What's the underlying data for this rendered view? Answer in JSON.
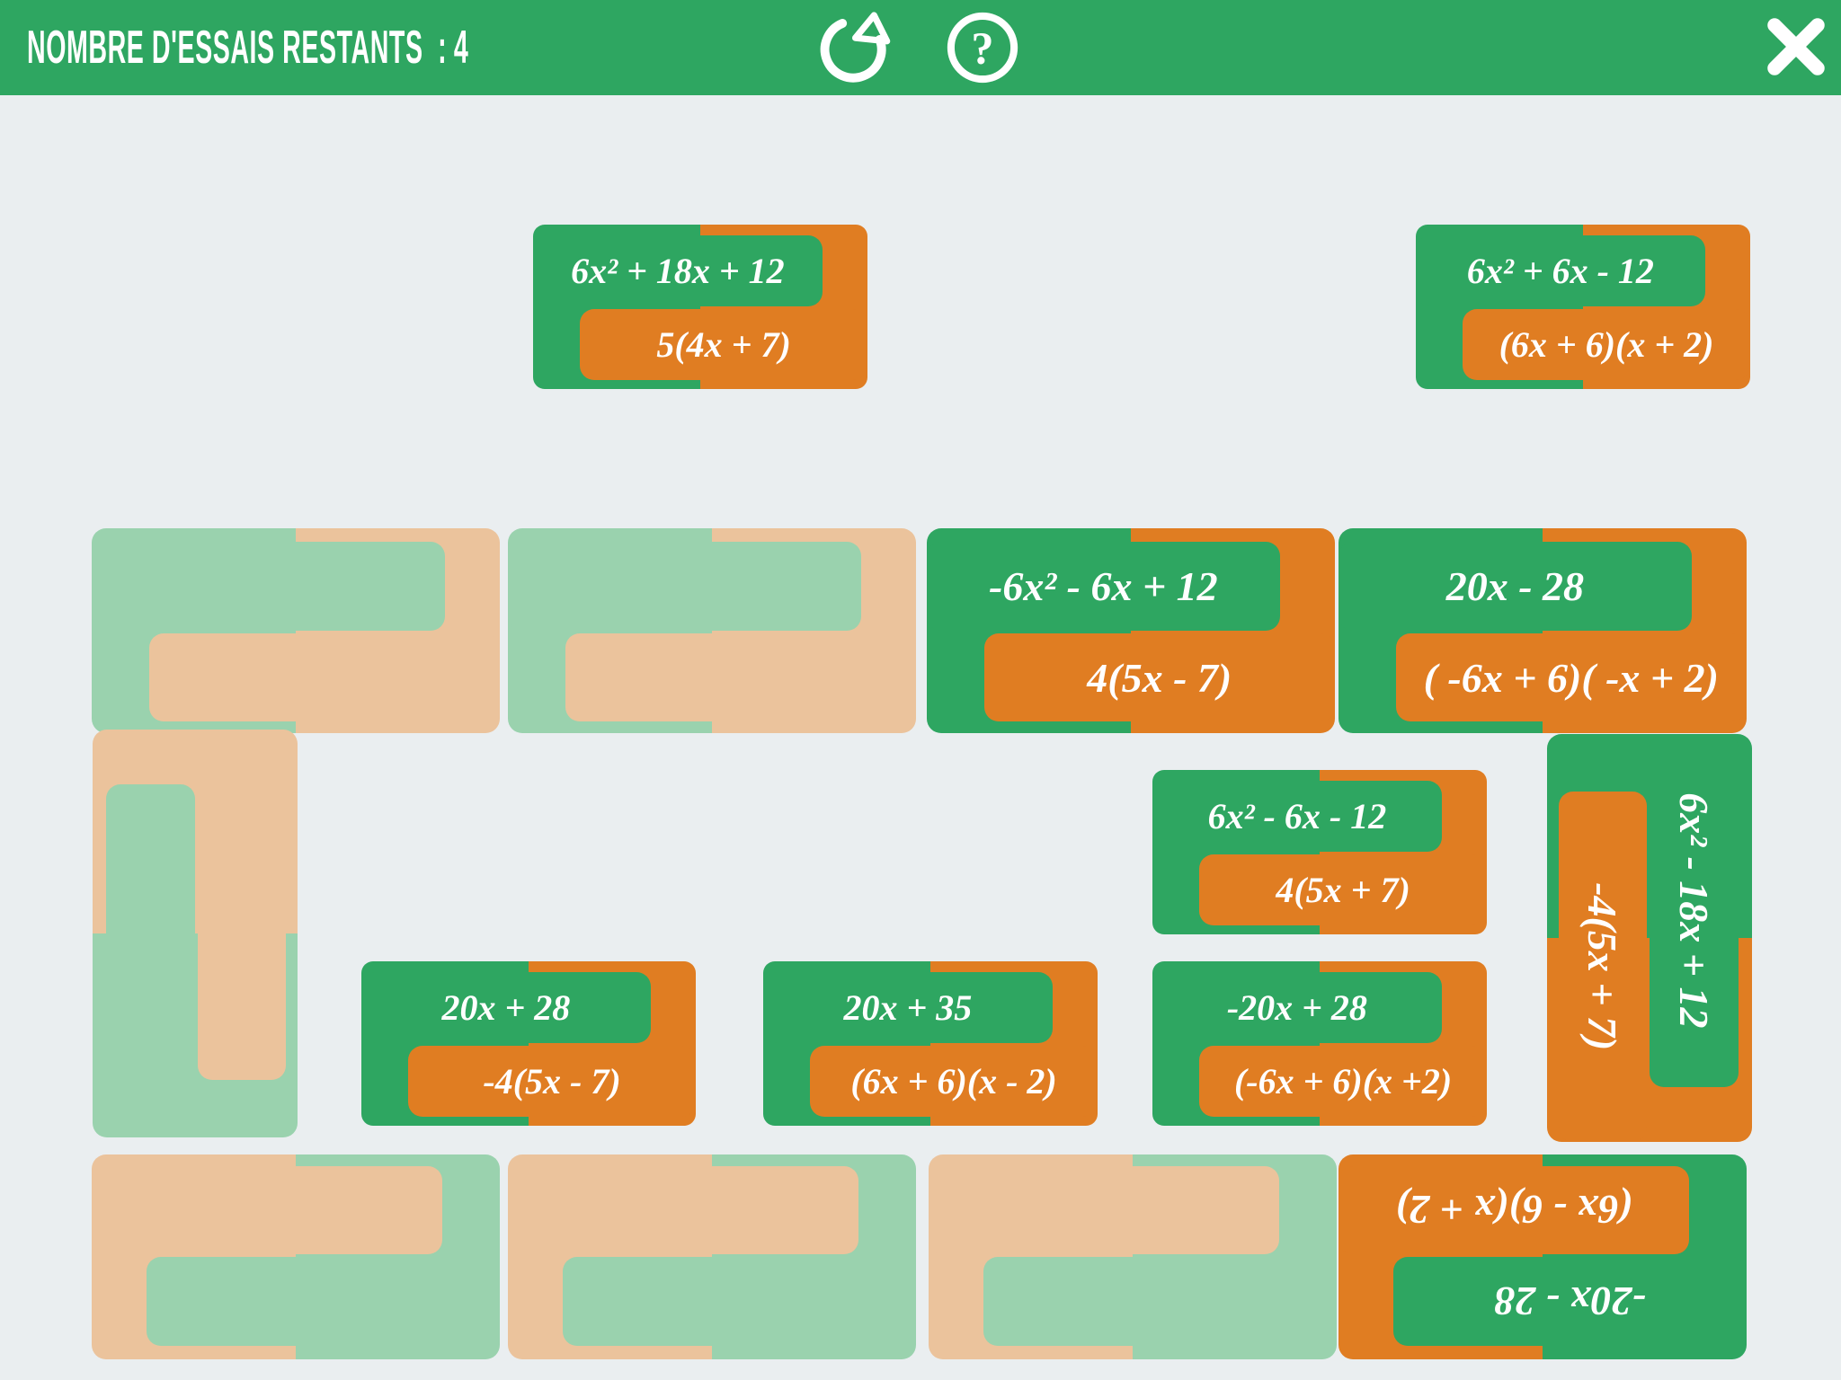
{
  "header": {
    "attempts_label": "NOMBRE D'ESSAIS RESTANTS",
    "attempts_separator": ":",
    "attempts_count": "4",
    "icons": [
      "restart-icon",
      "help-icon",
      "close-icon"
    ]
  },
  "colors": {
    "green": "#2EA661",
    "orange": "#E07D22",
    "green_faded": "#9AD2AE",
    "tan_faded": "#EBC39C",
    "background": "#EAEEF0",
    "header_bg": "#2EA661",
    "text": "#FFFFFF"
  },
  "tiles": [
    {
      "id": "hand-1",
      "green": "6x² + 18x + 12",
      "orange": "5(4x + 7)"
    },
    {
      "id": "hand-2",
      "green": "6x² + 6x - 12",
      "orange": "(6x + 6)(x + 2)"
    },
    {
      "id": "board-1",
      "green": "-6x² - 6x + 12",
      "orange": "4(5x - 7)"
    },
    {
      "id": "board-2",
      "green": "20x - 28",
      "orange": "( -6x + 6)( -x + 2)"
    },
    {
      "id": "board-vertical",
      "green": "6x² - 18x + 12",
      "orange": "-4(5x + 7)"
    },
    {
      "id": "hand-3",
      "green": "6x² - 6x - 12",
      "orange": "4(5x + 7)"
    },
    {
      "id": "hand-4",
      "green": "20x + 28",
      "orange": "-4(5x - 7)"
    },
    {
      "id": "hand-5",
      "green": "20x + 35",
      "orange": "(6x + 6)(x - 2)"
    },
    {
      "id": "hand-6",
      "green": "-20x + 28",
      "orange": "(-6x + 6)(x +2)"
    },
    {
      "id": "board-rotated",
      "green": "-20x - 28",
      "orange": "(6x - 6)(x + 2)"
    }
  ],
  "empty_slot_count": 6
}
